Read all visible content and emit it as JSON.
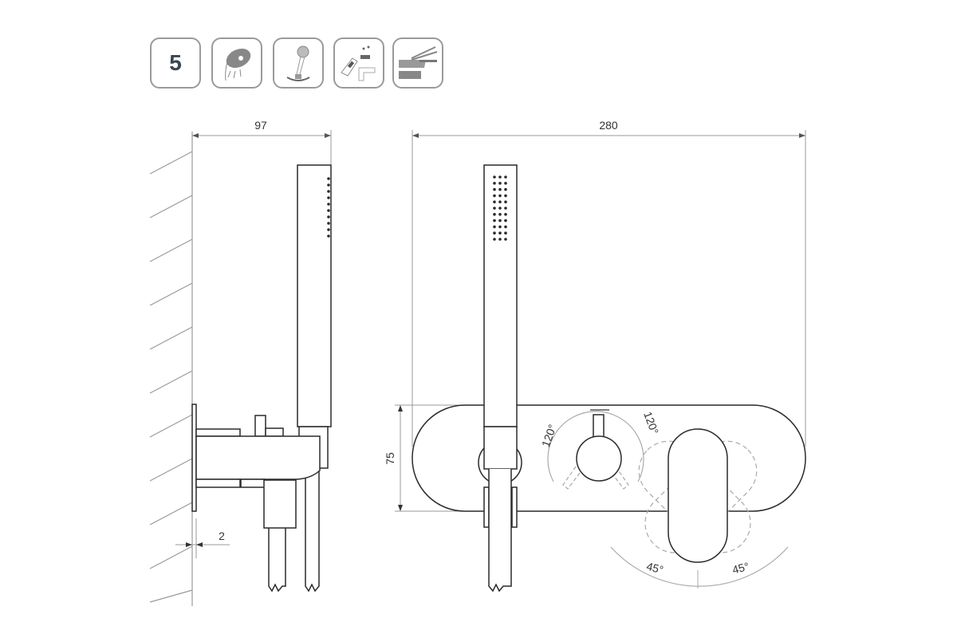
{
  "feature_icons": [
    {
      "name": "flow-modes-badge",
      "label": "5"
    },
    {
      "name": "shower-head-spray-icon"
    },
    {
      "name": "hand-shower-holder-icon"
    },
    {
      "name": "easy-clean-icon"
    },
    {
      "name": "single-lever-mixer-icon"
    }
  ],
  "side_view": {
    "depth_dimension": "97",
    "plate_gap_dimension": "2"
  },
  "front_view": {
    "width_dimension": "280",
    "height_dimension": "75",
    "diverter_angle_left": "120°",
    "diverter_angle_right": "120°",
    "lever_angle_left": "45°",
    "lever_angle_right": "45°"
  },
  "colors": {
    "line": "#2a2a2a",
    "dimension": "#9a9a9a",
    "icon_border": "#9a9a9a"
  }
}
